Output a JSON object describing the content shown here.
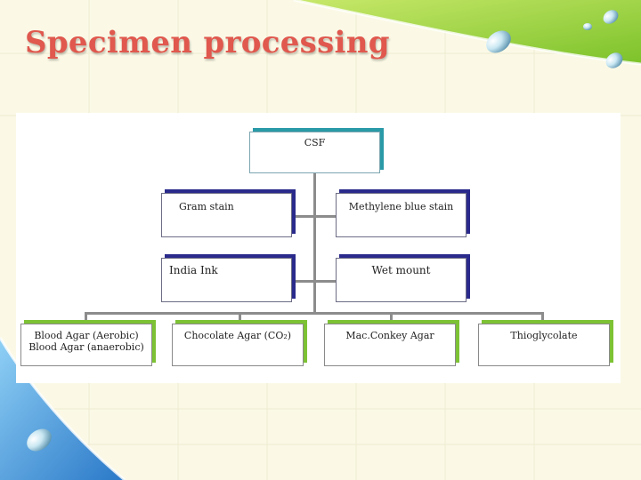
{
  "slide": {
    "title": "Specimen processing"
  },
  "diagram": {
    "root": {
      "label": "CSF"
    },
    "stains": [
      {
        "label": "Gram stain"
      },
      {
        "label": "Methylene blue stain"
      }
    ],
    "preparations": [
      {
        "label": "India Ink"
      },
      {
        "label": "Wet mount"
      }
    ],
    "cultures": [
      {
        "lines": [
          "Blood Agar (Aerobic)",
          "Blood Agar (anaerobic)"
        ]
      },
      {
        "lines": [
          "Chocolate Agar (CO₂)"
        ]
      },
      {
        "lines": [
          "Mac.Conkey Agar"
        ]
      },
      {
        "lines": [
          "Thioglycolate"
        ]
      }
    ]
  },
  "colors": {
    "title": "#e0584e",
    "root_accent": "#2a9aa8",
    "middle_accent": "#2a2a8c",
    "culture_accent": "#7dc234",
    "connector": "#8c8c8c",
    "decor_green": "#8fc93a",
    "decor_blue": "#3a8fd8"
  },
  "icons": {
    "decorations": [
      "water-droplet-icon",
      "water-droplet-icon",
      "water-droplet-icon",
      "water-droplet-icon"
    ]
  }
}
